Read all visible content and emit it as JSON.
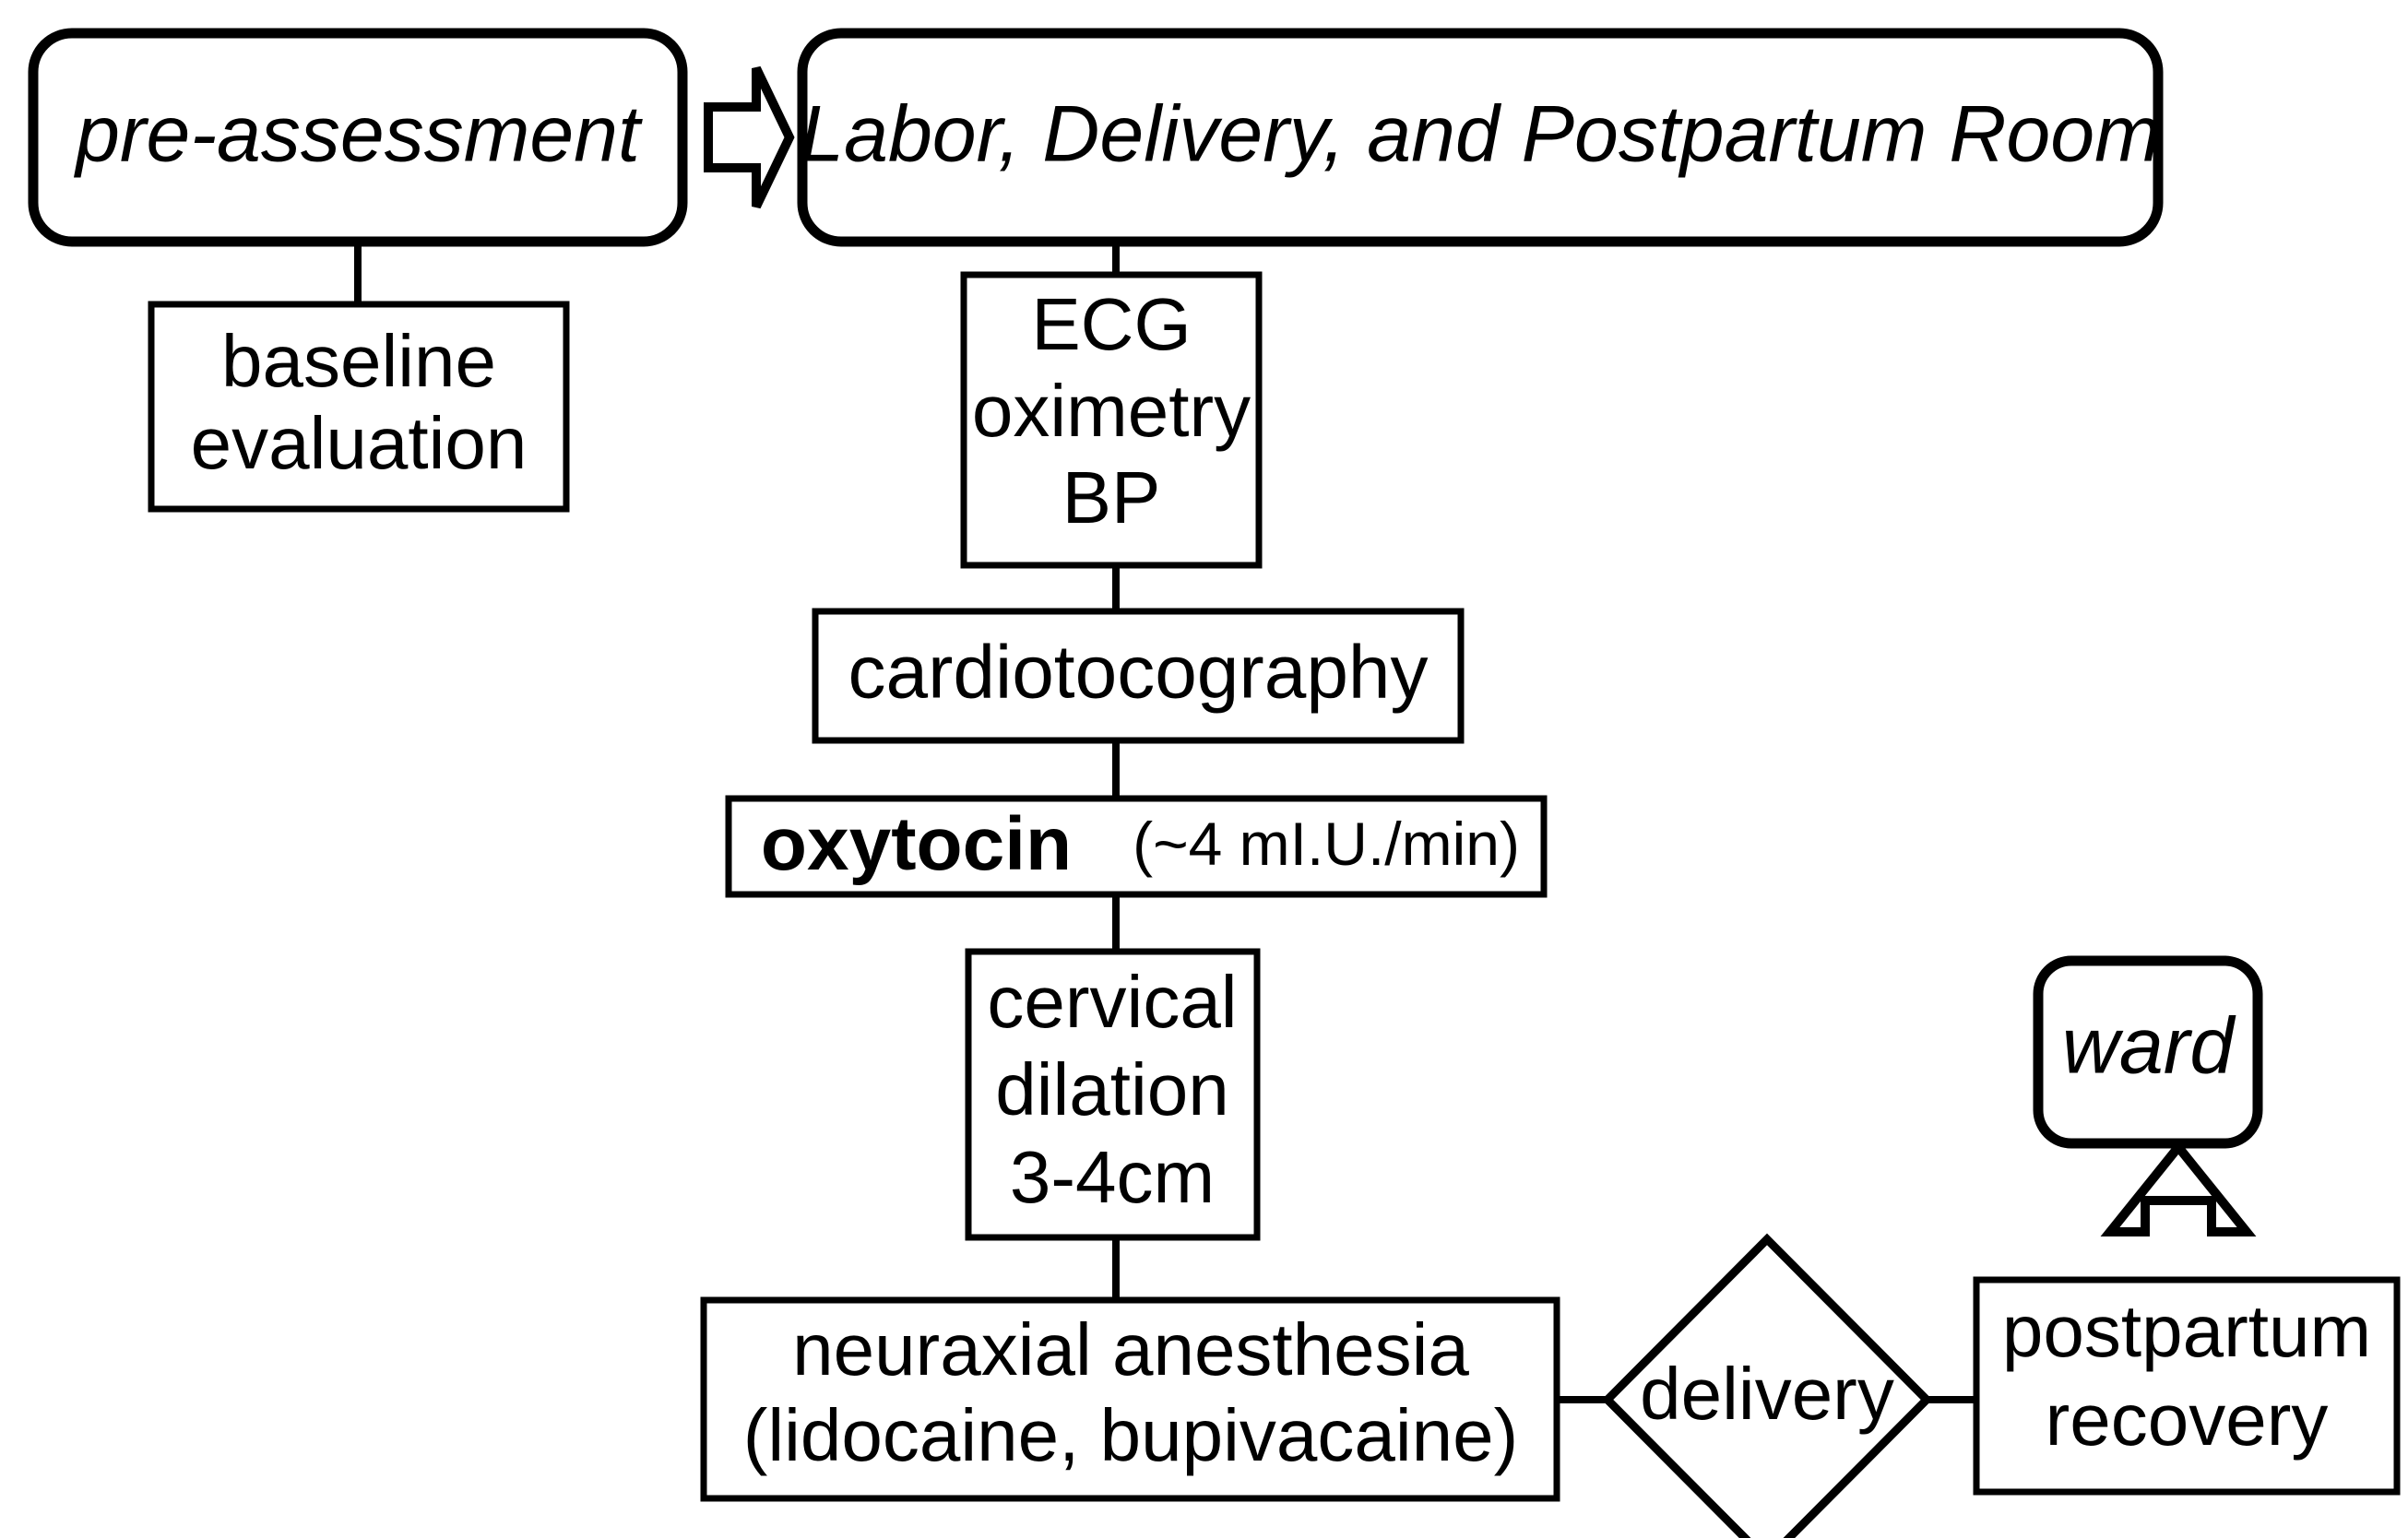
{
  "diagram": {
    "title": "Labor, Delivery and Postpartum Clinical Workflow",
    "colors": {
      "background": "#ffffff",
      "stroke": "#000000",
      "fill": "#ffffff"
    },
    "nodes": {
      "pre_assessment": {
        "label": "pre-assessment",
        "shape": "rounded-rectangle",
        "style": "italic"
      },
      "labor_room": {
        "label": "Labor, Delivery, and Postpartum Room",
        "shape": "rounded-rectangle",
        "style": "italic"
      },
      "baseline_evaluation": {
        "line1": "baseline",
        "line2": "evaluation",
        "shape": "rectangle"
      },
      "monitoring": {
        "line1": "ECG",
        "line2": "oximetry",
        "line3": "BP",
        "shape": "rectangle"
      },
      "cardiotocography": {
        "label": "cardiotocography",
        "shape": "rectangle"
      },
      "oxytocin": {
        "label_bold": "oxytocin",
        "label_dose": "(~4 mI.U./min)",
        "shape": "rectangle"
      },
      "cervical_dilation": {
        "line1": "cervical",
        "line2": "dilation",
        "line3": "3-4cm",
        "shape": "rectangle"
      },
      "neuraxial_anesthesia": {
        "line1": "neuraxial anesthesia",
        "line2": "(lidocaine, bupivacaine)",
        "shape": "rectangle"
      },
      "delivery": {
        "label": "delivery",
        "shape": "diamond"
      },
      "postpartum_recovery": {
        "line1": "postpartum",
        "line2": "recovery",
        "shape": "rectangle"
      },
      "ward": {
        "label": "ward",
        "shape": "rounded-rectangle",
        "style": "italic"
      }
    },
    "connectors": {
      "transfer_arrow": "block-arrow-right",
      "discharge_arrow": "block-arrow-up",
      "pre_to_baseline": "line",
      "room_to_monitoring": "line",
      "monitoring_to_ctg": "line",
      "ctg_to_oxytocin": "line",
      "oxytocin_to_dilation": "line",
      "dilation_to_anesthesia": "line",
      "anesthesia_to_delivery": "line",
      "delivery_to_recovery": "line"
    }
  }
}
